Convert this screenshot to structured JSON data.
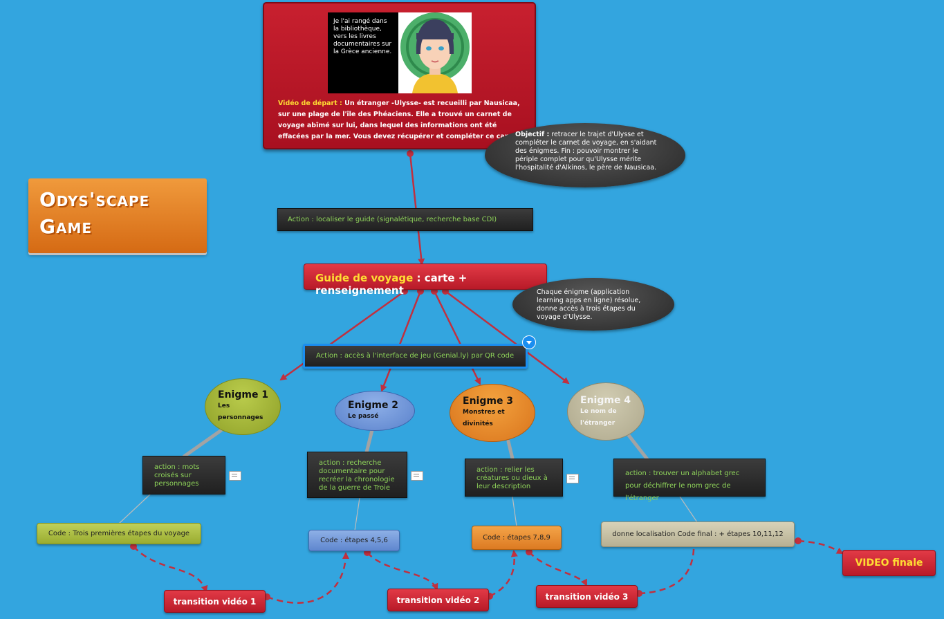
{
  "start_panel": {
    "image_text": "Je l'ai rangé dans la bibliothèque, vers les livres documentaires sur la Grèce ancienne.",
    "label": "Vidéo de départ :",
    "text": " Un étranger -Ulysse- est recueilli par Nausicaa, sur une plage de l'île des Phéaciens. Elle a trouvé un carnet de voyage abîmé sur lui, dans lequel des informations ont été effacées par la mer. Vous devez récupérer et compléter ce carnet."
  },
  "objective": {
    "label": "Objectif :",
    "text": " retracer le trajet d'Ulysse et compléter le carnet de voyage, en s'aidant des énigmes. Fin : pouvoir montrer  le périple complet pour qu'Ulysse mérite l'hospitalité d'Alkinos, le père de Nausicaa."
  },
  "title": {
    "line1": "Odys'scape",
    "line2": "Game"
  },
  "action_guide": "Action : localiser le guide (signalétique, recherche base CDI)",
  "guide": {
    "highlight": "Guide de voyage",
    "rest": " : carte + renseignement"
  },
  "enigma_note": "Chaque énigme (application learning apps en ligne) résolue, donne accès à trois étapes du voyage d'Ulysse.",
  "action_interface": "Action : accès à l'interface de jeu (Genial.ly) par QR code",
  "enigmas": [
    {
      "title": "Enigme 1",
      "subtitle": "Les personnages",
      "action": "action : mots croisés sur personnages",
      "code": "Code : Trois premières étapes du voyage",
      "color": "#a9bb3b"
    },
    {
      "title": "Enigme 2",
      "subtitle": "Le passé",
      "action": "action : recherche documentaire pour recréer la chronologie de la guerre de Troie",
      "code": "Code : étapes 4,5,6",
      "color": "#6d95d8"
    },
    {
      "title": "Enigme 3",
      "subtitle": "Monstres et divinités",
      "action": "action : relier les créatures ou dieux à leur description",
      "code": "Code : étapes 7,8,9",
      "color": "#e88a2a"
    },
    {
      "title": "Enigme 4",
      "subtitle": "Le nom de l'étranger",
      "action": "action : trouver un alphabet grec pour déchiffrer le nom grec de l'étranger",
      "code": "donne localisation Code final : + étapes 10,11,12",
      "color": "#c6c0a4"
    }
  ],
  "transitions": [
    "transition vidéo 1",
    "transition vidéo 2",
    "transition vidéo 3"
  ],
  "final_video": "VIDEO finale",
  "colors": {
    "background": "#33a5df",
    "connector": "#c0303f",
    "gray_connector": "#a9a9a9"
  },
  "icons": {
    "collapse": "chevron-down-icon",
    "note": "note-icon"
  }
}
